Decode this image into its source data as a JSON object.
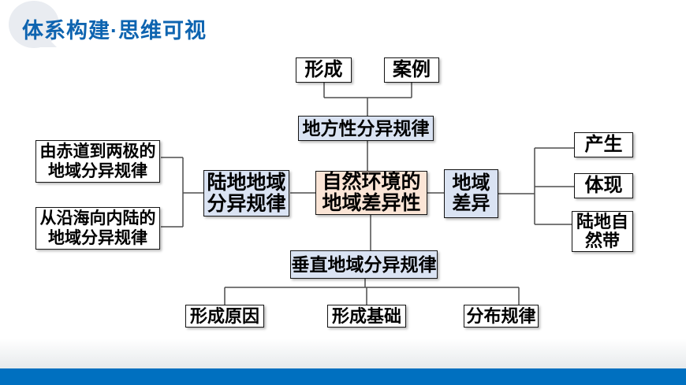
{
  "header": {
    "title": "体系构建·思维可视"
  },
  "diagram": {
    "nodes": {
      "formation": {
        "label": "形成"
      },
      "case": {
        "label": "案例"
      },
      "local_rule": {
        "label": "地方性分异规律"
      },
      "center": {
        "line1": "自然环境的",
        "line2": "地域差异性"
      },
      "land_rule": {
        "line1": "陆地地域",
        "line2": "分异规律"
      },
      "equator_to_poles": {
        "line1": "由赤道到两极的",
        "line2": "地域分异规律"
      },
      "coast_to_inland": {
        "line1": "从沿海向内陆的",
        "line2": "地域分异规律"
      },
      "regional_diff": {
        "line1": "地域",
        "line2": "差异"
      },
      "produce": {
        "label": "产生"
      },
      "embody": {
        "label": "体现"
      },
      "land_natural_belt": {
        "line1": "陆地自",
        "line2": "然带"
      },
      "vertical_rule": {
        "label": "垂直地域分异规律"
      },
      "formation_reason": {
        "label": "形成原因"
      },
      "formation_basis": {
        "label": "形成基础"
      },
      "distribution_rule": {
        "label": "分布规律"
      }
    },
    "edges": [
      {
        "from": "local_rule",
        "to": "formation"
      },
      {
        "from": "local_rule",
        "to": "case"
      },
      {
        "from": "center",
        "to": "local_rule"
      },
      {
        "from": "center",
        "to": "land_rule"
      },
      {
        "from": "center",
        "to": "regional_diff"
      },
      {
        "from": "center",
        "to": "vertical_rule"
      },
      {
        "from": "land_rule",
        "to": "equator_to_poles"
      },
      {
        "from": "land_rule",
        "to": "coast_to_inland"
      },
      {
        "from": "regional_diff",
        "to": "produce"
      },
      {
        "from": "regional_diff",
        "to": "embody"
      },
      {
        "from": "regional_diff",
        "to": "land_natural_belt"
      },
      {
        "from": "vertical_rule",
        "to": "formation_reason"
      },
      {
        "from": "vertical_rule",
        "to": "formation_basis"
      },
      {
        "from": "vertical_rule",
        "to": "distribution_rule"
      }
    ],
    "colors": {
      "header_text": "#0e64b0",
      "box_light_blue": "#dae3f3",
      "box_peach": "#fbe5d6",
      "box_white": "#ffffff",
      "connector": "#4d4d4d",
      "bottom_bar": "#0070c0",
      "bubble_gray": "#e9ecf1"
    }
  }
}
